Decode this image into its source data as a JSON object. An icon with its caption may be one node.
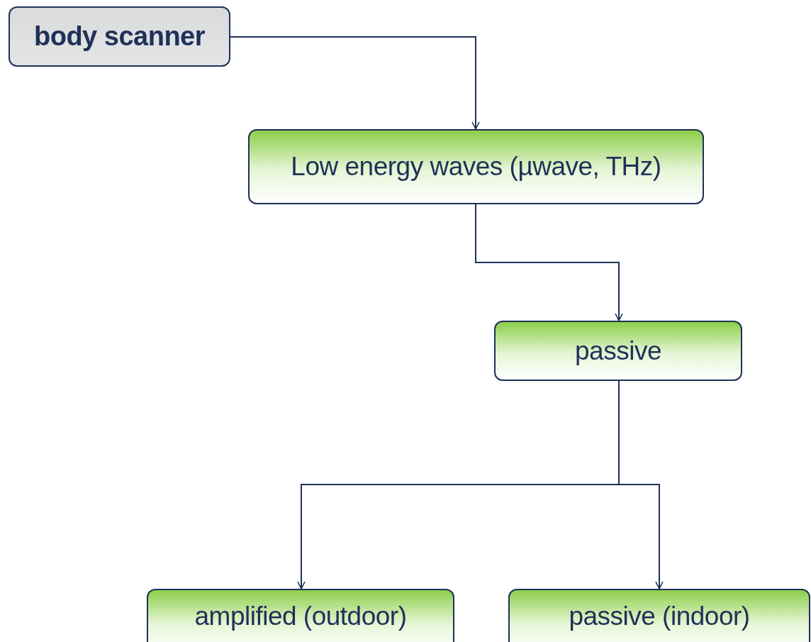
{
  "diagram": {
    "nodes": [
      {
        "text": [
          "body scanner"
        ]
      },
      {
        "text": [
          "Low energy waves (µwave, THz)"
        ]
      },
      {
        "text": [
          "passive"
        ]
      },
      {
        "text": [
          "amplified (outdoor)"
        ]
      },
      {
        "text": [
          "passive (indoor)"
        ]
      }
    ],
    "edges": [
      {
        "from": 0,
        "to": 1,
        "arrow": "to"
      },
      {
        "from": 1,
        "to": 2,
        "arrow": "to"
      },
      {
        "from": 2,
        "to": 3,
        "arrow": "to"
      },
      {
        "from": 2,
        "to": 4,
        "arrow": "to"
      }
    ]
  }
}
